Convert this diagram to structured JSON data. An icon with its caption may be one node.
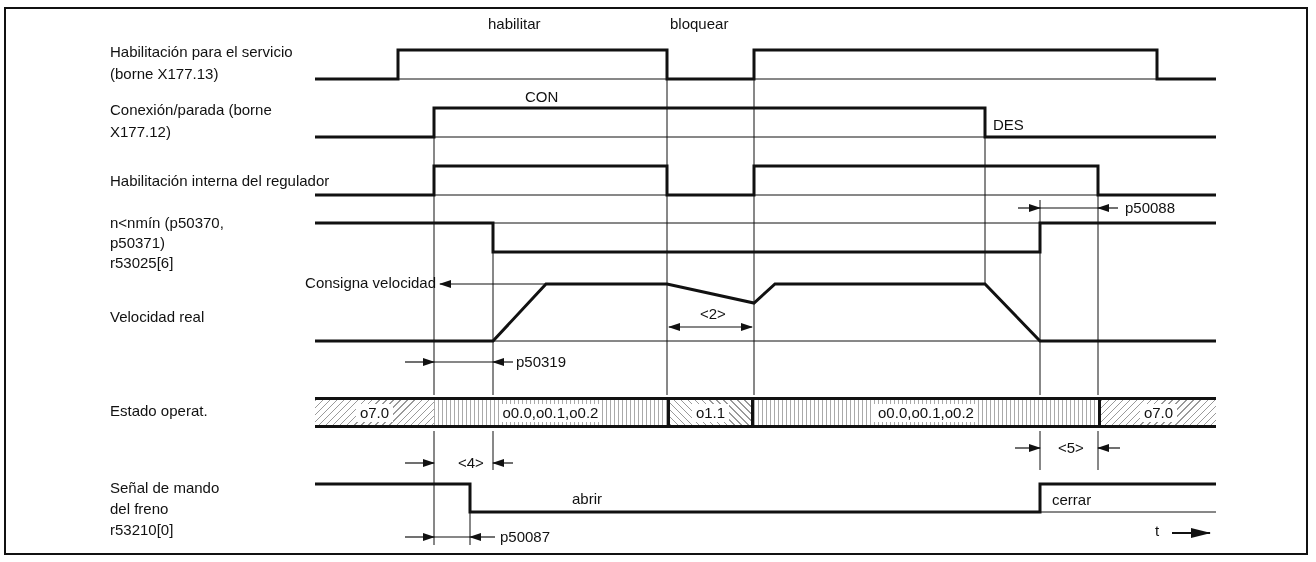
{
  "diagram": {
    "labels": [
      "Habilitación para el servicio (borne X177.13)",
      "habilitar",
      "bloquear",
      "CON",
      "Conexión/parada (borne X177.12)",
      "DES",
      "Habilitación interna del regulador",
      "p50088",
      "n<nmín (p50370, p50371) r53025[6]",
      "Consigna velocidad",
      "Velocidad real",
      "<2>",
      "p50319",
      "Estado operat.",
      "o7.0",
      "o0.0,o0.1,o0.2",
      "o1.1",
      "o0.0,o0.1,o0.2",
      "o7.0",
      "<4>",
      "<5>",
      "Señal de mando del freno r53210[0]",
      "abrir",
      "cerrar",
      "p50087",
      "t"
    ]
  }
}
